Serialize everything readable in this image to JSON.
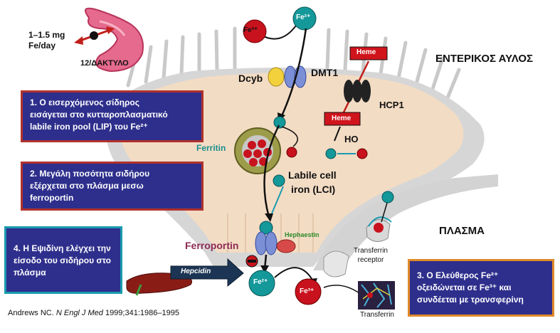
{
  "dose": {
    "line1": "1–1.5 mg",
    "line2": "Fe/day"
  },
  "duodenum_label": "12/ΔΑΚΤΥΛΟ",
  "lumen_label": "ΕΝΤΕΡΙΚΟΣ ΑΥΛΟΣ",
  "plasma_label": "ΠΛΑΣΜΑ",
  "ions": {
    "fe3": "Fe³⁺",
    "fe2": "Fe²⁺"
  },
  "transporters": {
    "dcyb": "Dcyb",
    "dmt1": "DMT1",
    "hcp1": "HCP1",
    "ho": "HO",
    "heme": "Heme",
    "ferritin": "Ferritin",
    "lci_line1": "Labile cell",
    "lci_line2": "iron (LCI)",
    "ferroportin": "Ferroportin",
    "hephaestin": "Hephaestin",
    "hepcidin": "Hepcidin",
    "transferrin_receptor_line1": "Transferrin",
    "transferrin_receptor_line2": "receptor",
    "transferrin": "Transferrin"
  },
  "steps": {
    "s1_line1": "1. Ο εισερχόμενος σίδηρος",
    "s1_line2": "εισάγεται στο κυτταροπλασματικό",
    "s1_line3": "labile iron pool (LIP) του Fe²⁺",
    "s2_line1": "2. Μεγάλη ποσότητα σιδήρου",
    "s2_line2": "εξέρχεται στο πλάσμα μεσω",
    "s2_line3": "ferroportin",
    "s3_line1": "3. Ο Ελεύθερος  Fe²⁺",
    "s3_line2": "οξειδώνεται σε  Fe³⁺ και",
    "s3_line3": "συνδέεται με τρανσφερίνη",
    "s4_line1": "4. Η Εψιδίνη ελέγχει την",
    "s4_line2": "είσοδο του σιδήρου στο",
    "s4_line3": "πλάσμα"
  },
  "citation": {
    "authors": "Andrews NC. ",
    "journal": "N Engl J Med",
    "rest": " 1999;341:1986–1995"
  },
  "colors": {
    "cell": "#f3dcc4",
    "villus": "#c8c8c8",
    "fe3": "#c8121e",
    "fe2": "#14989a",
    "box_fill": "#2e2f8c",
    "box_border_red": "#b0322c",
    "box_border_teal": "#1a9bb0",
    "box_border_orange": "#e08a2a",
    "dmt1": "#7b8fd6",
    "dcyb": "#f3d13c",
    "heme": "#d0141c",
    "ferroportin_label": "#8e2a54",
    "hephaestin": "#d84a4a",
    "liver": "#8a1c16"
  }
}
